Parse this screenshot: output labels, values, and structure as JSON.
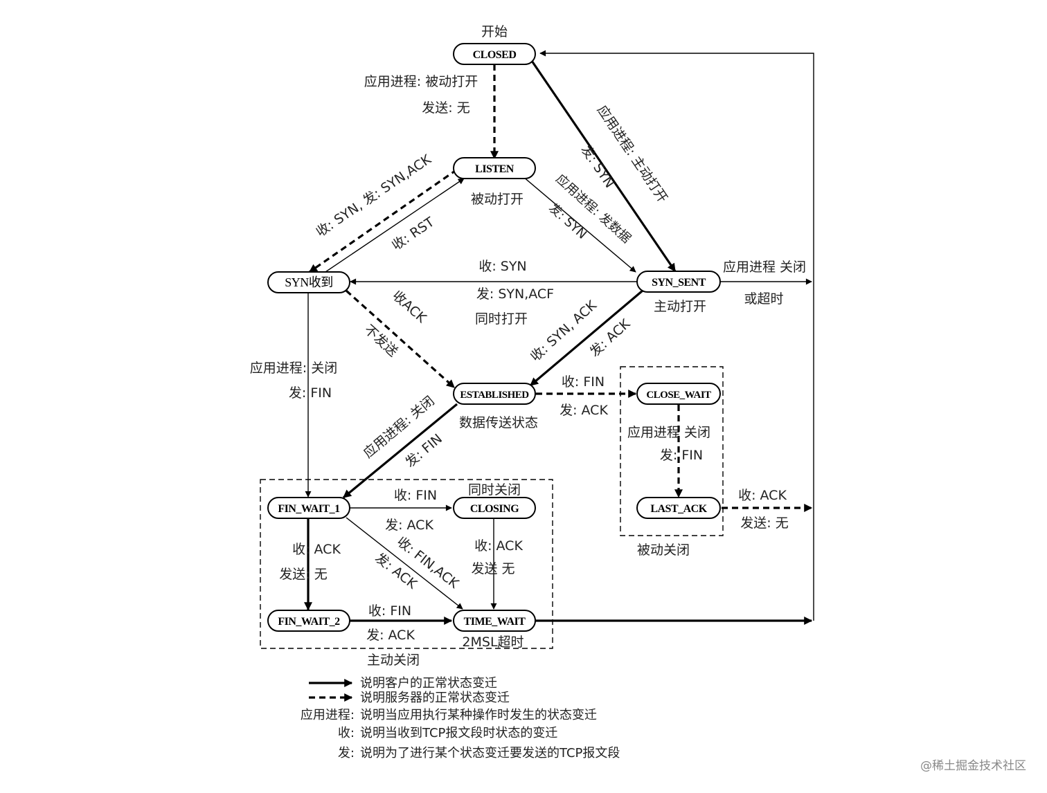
{
  "states": {
    "closed": "CLOSED",
    "listen": "LISTEN",
    "syn_rcvd": "SYN收到",
    "syn_sent": "SYN_SENT",
    "established": "ESTABLISHED",
    "close_wait": "CLOSE_WAIT",
    "last_ack": "LAST_ACK",
    "fin_wait_1": "FIN_WAIT_1",
    "closing": "CLOSING",
    "fin_wait_2": "FIN_WAIT_2",
    "time_wait": "TIME_WAIT"
  },
  "captions": {
    "start": "开始",
    "listen_sub": "被动打开",
    "syn_sent_sub": "主动打开",
    "established_sub": "数据传送状态",
    "simul_close": "同时关闭",
    "passive_close": "被动关闭",
    "active_close": "主动关闭",
    "timewait_sub": "2MSL超时"
  },
  "labels": {
    "closed_listen_1": "应用进程: 被动打开",
    "closed_listen_2": "发送: 无",
    "closed_synsent_1": "应用进程: 主动打开",
    "closed_synsent_2": "发: SYN",
    "listen_synsent_1": "应用进程: 发数据",
    "listen_synsent_2": "发: SYN",
    "listen_synrcvd_1": "收: SYN, 发: SYN,ACK",
    "synrcvd_listen_1": "收: RST",
    "synsent_synrcvd_1": "收: SYN",
    "synsent_synrcvd_2": "发: SYN,ACF",
    "synsent_synrcvd_3": "同时打开",
    "synsent_close_1": "应用进程 关闭",
    "synsent_close_2": "或超时",
    "synrcvd_est_1": "收ACK",
    "synrcvd_est_2": "不发送",
    "synsent_est_1": "收: SYN, ACK",
    "synsent_est_2": "发: ACK",
    "synrcvd_fw1_1": "应用进程: 关闭",
    "synrcvd_fw1_2": "发:  FIN",
    "est_cw_1": "收: FIN",
    "est_cw_2": "发: ACK",
    "est_fw1_1": "应用进程: 关闭",
    "est_fw1_2": "发: FIN",
    "cw_la_1": "应用进程  关闭",
    "cw_la_2": "发:   FIN",
    "la_close_1": "收: ACK",
    "la_close_2": "发送: 无",
    "fw1_closing_1": "收: FIN",
    "fw1_closing_2": "发: ACK",
    "fw1_tw_1": "收: FIN,ACK",
    "fw1_tw_2": "发: ACK",
    "fw1_fw2_1": "收: ACK",
    "fw1_fw2_2": "发送: 无",
    "closing_tw_1": "收: ACK",
    "closing_tw_2": "发送 无",
    "fw2_tw_1": "收: FIN",
    "fw2_tw_2": "发: ACK"
  },
  "legend": {
    "client": "说明客户的正常状态变迁",
    "server": "说明服务器的正常状态变迁",
    "app_key": "应用进程:",
    "app_desc": "说明当应用执行某种操作时发生的状态变迁",
    "recv_key": "收:",
    "recv_desc": "说明当收到TCP报文段时状态的变迁",
    "send_key": "发:",
    "send_desc": "说明为了进行某个状态变迁要发送的TCP报文段"
  },
  "watermark": "@稀土掘金技术社区"
}
